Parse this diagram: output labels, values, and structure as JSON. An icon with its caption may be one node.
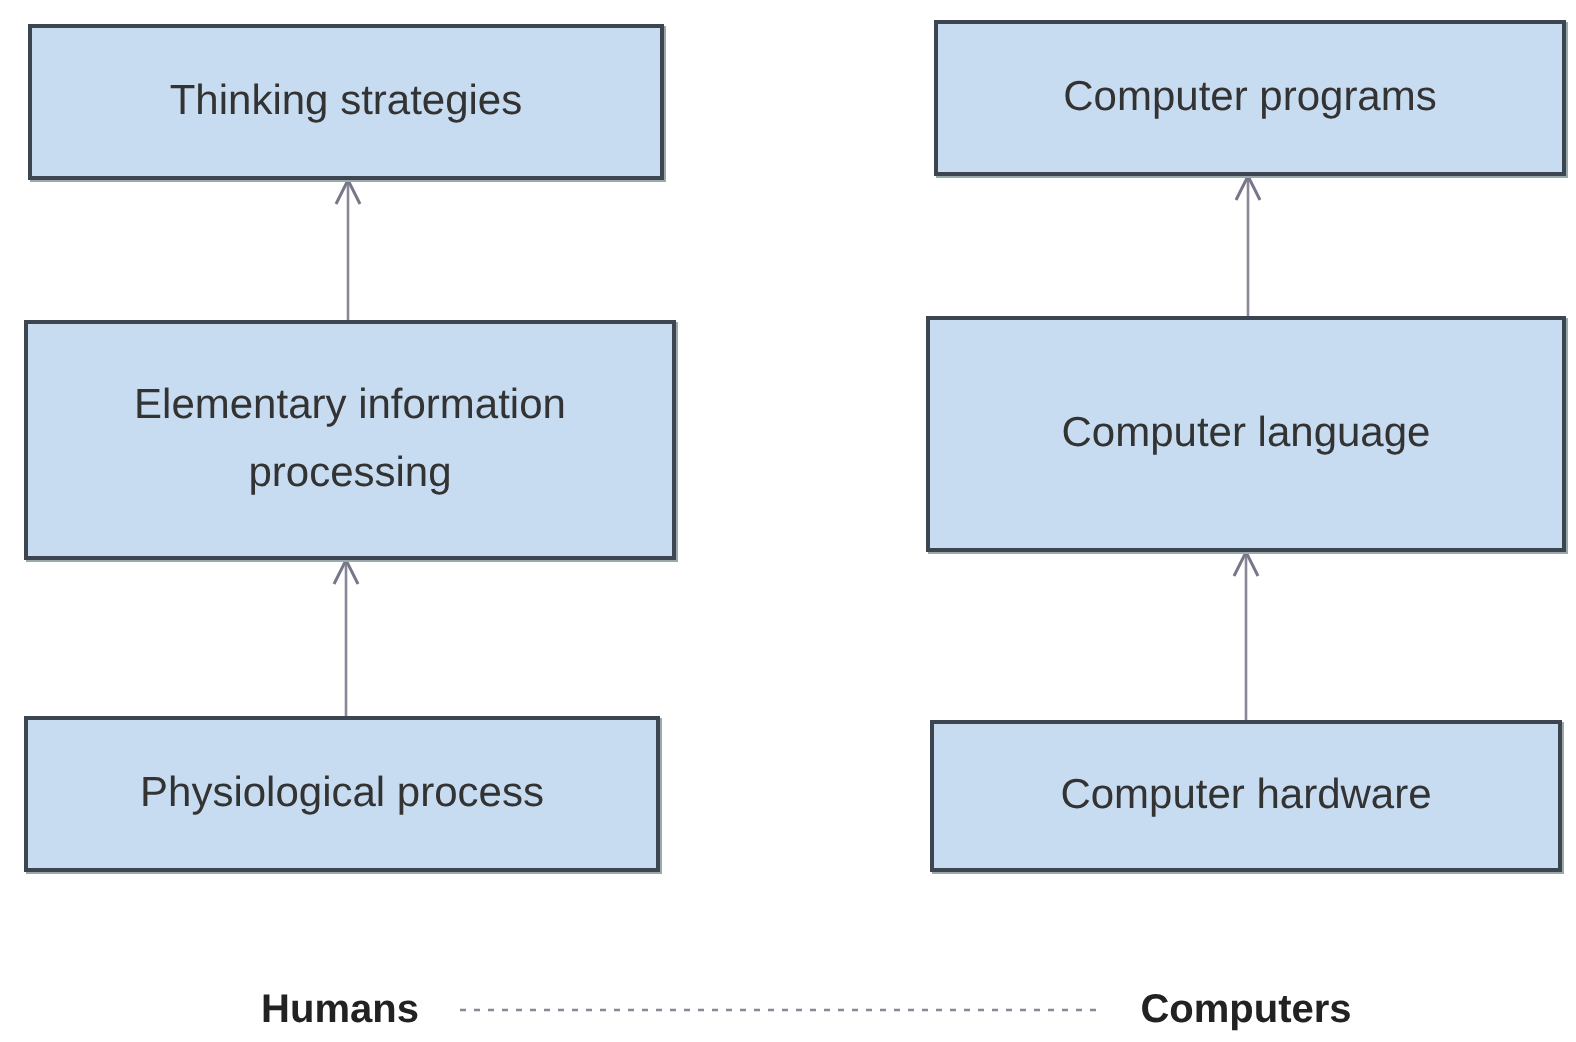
{
  "diagram": {
    "nodes": [
      {
        "text": [
          "Thinking strategies"
        ]
      },
      {
        "text": [
          "Elementary information processing"
        ]
      },
      {
        "text": [
          "Physiological process"
        ]
      },
      {
        "text": [
          "Computer programs"
        ]
      },
      {
        "text": [
          "Computer language"
        ]
      },
      {
        "text": [
          "Computer hardware"
        ]
      },
      {
        "text": [
          "Humans"
        ]
      },
      {
        "text": [
          "Computers"
        ]
      }
    ],
    "edges": [
      {
        "from": 1,
        "to": 0,
        "arrow": "to"
      },
      {
        "from": 2,
        "to": 1,
        "arrow": "to"
      },
      {
        "from": 4,
        "to": 3,
        "arrow": "to"
      },
      {
        "from": 5,
        "to": 4,
        "arrow": "to"
      },
      {
        "from": 6,
        "to": 7,
        "arrow": "none",
        "style": "dashed"
      }
    ]
  }
}
